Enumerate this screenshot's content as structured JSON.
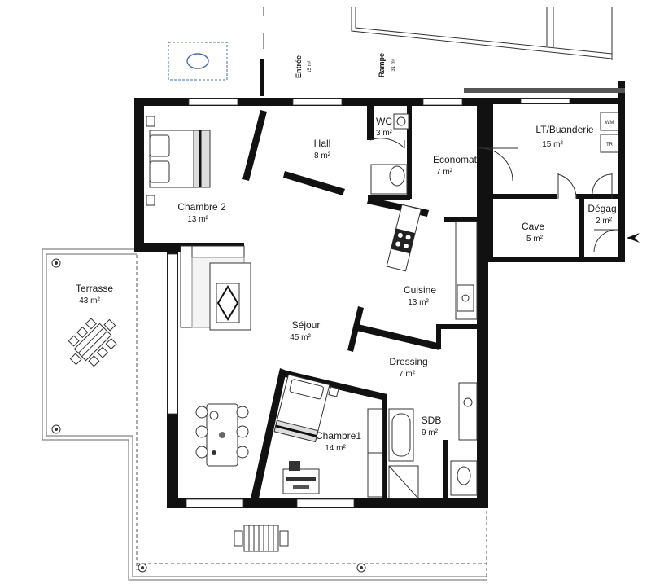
{
  "rooms": {
    "hall": {
      "name": "Hall",
      "area": "8 m²"
    },
    "wc": {
      "name": "WC",
      "area": "3 m²"
    },
    "economat": {
      "name": "Economat",
      "area": "7 m²"
    },
    "lt_buanderie": {
      "name": "LT/Buanderie",
      "area": "15 m²"
    },
    "chambre2": {
      "name": "Chambre 2",
      "area": "13 m²"
    },
    "cave": {
      "name": "Cave",
      "area": "5 m²"
    },
    "degag": {
      "name": "Dégag",
      "area": "2 m²"
    },
    "terrasse": {
      "name": "Terrasse",
      "area": "43 m²"
    },
    "cuisine": {
      "name": "Cuisine",
      "area": "13 m²"
    },
    "sejour": {
      "name": "Séjour",
      "area": "45 m²"
    },
    "dressing": {
      "name": "Dressing",
      "area": "7 m²"
    },
    "chambre1": {
      "name": "Chambre1",
      "area": "14 m²"
    },
    "sdb": {
      "name": "SDB",
      "area": "9 m²"
    }
  },
  "outside": {
    "entree": {
      "name": "Entrée",
      "area": "15 m²"
    },
    "rampe": {
      "name": "Rampe",
      "area": "31 m²"
    }
  },
  "appliances": {
    "washer": "WM",
    "dryer": "TR"
  }
}
